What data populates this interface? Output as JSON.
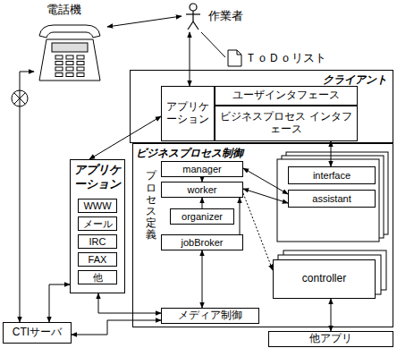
{
  "diagram": {
    "nodes": [
      {
        "text": [
          "作業者"
        ]
      },
      {
        "text": [
          "電話機"
        ]
      },
      {
        "text": [
          "ＴｏＤｏリスト"
        ]
      },
      {
        "text": [
          "クライアント"
        ]
      },
      {
        "text": [
          "アプリケーション"
        ],
        "in": 3
      },
      {
        "text": [
          "ユーザインタフェース"
        ],
        "in": 3
      },
      {
        "text": [
          "ビジネスプロセス インタフェース"
        ],
        "in": 3
      },
      {
        "text": [
          "ビジネスプロセス制御"
        ]
      },
      {
        "text": [
          "アプリケーション"
        ]
      },
      {
        "text": [
          "WWW"
        ],
        "in": 8
      },
      {
        "text": [
          "メール"
        ],
        "in": 8
      },
      {
        "text": [
          "IRC"
        ],
        "in": 8
      },
      {
        "text": [
          "FAX"
        ],
        "in": 8
      },
      {
        "text": [
          "他"
        ],
        "in": 8
      },
      {
        "text": [
          "プロセス定義"
        ],
        "in": 7
      },
      {
        "text": [
          "manager"
        ],
        "in": 7
      },
      {
        "text": [
          "worker"
        ],
        "in": 7
      },
      {
        "text": [
          "organizer"
        ],
        "in": 7
      },
      {
        "text": [
          "jobBroker"
        ],
        "in": 7
      },
      {
        "text": [
          "メディア制御"
        ],
        "in": 7
      },
      {
        "text": [
          "interface"
        ],
        "in": 7
      },
      {
        "text": [
          "assistant"
        ],
        "in": 7
      },
      {
        "text": [
          "controller"
        ],
        "in": 7
      },
      {
        "text": [
          "他アプリ"
        ]
      },
      {
        "text": [
          "CTIサーバ"
        ]
      }
    ],
    "edges": [
      {
        "from": 0,
        "to": 1,
        "arrow": "both"
      },
      {
        "from": 0,
        "to": 4,
        "arrow": "both"
      },
      {
        "from": 0,
        "to": 2,
        "arrow": "none"
      },
      {
        "from": 4,
        "to": 8,
        "arrow": "both"
      },
      {
        "from": 6,
        "to": 20,
        "arrow": "both"
      },
      {
        "from": 15,
        "to": 21,
        "arrow": "both"
      },
      {
        "from": 16,
        "to": 21,
        "arrow": "both"
      },
      {
        "from": 16,
        "to": 22,
        "arrow": "to"
      },
      {
        "from": 15,
        "to": 16,
        "arrow": "to"
      },
      {
        "from": 17,
        "to": 16,
        "arrow": "to"
      },
      {
        "from": 18,
        "to": 16,
        "arrow": "to"
      },
      {
        "from": 18,
        "to": 19,
        "arrow": "both"
      },
      {
        "from": 19,
        "to": 8,
        "arrow": "both"
      },
      {
        "from": 8,
        "to": 24,
        "arrow": "both"
      },
      {
        "from": 19,
        "to": 24,
        "arrow": "both"
      },
      {
        "from": 22,
        "to": 23,
        "arrow": "both"
      },
      {
        "from": 1,
        "to": 24,
        "arrow": "both"
      }
    ]
  }
}
